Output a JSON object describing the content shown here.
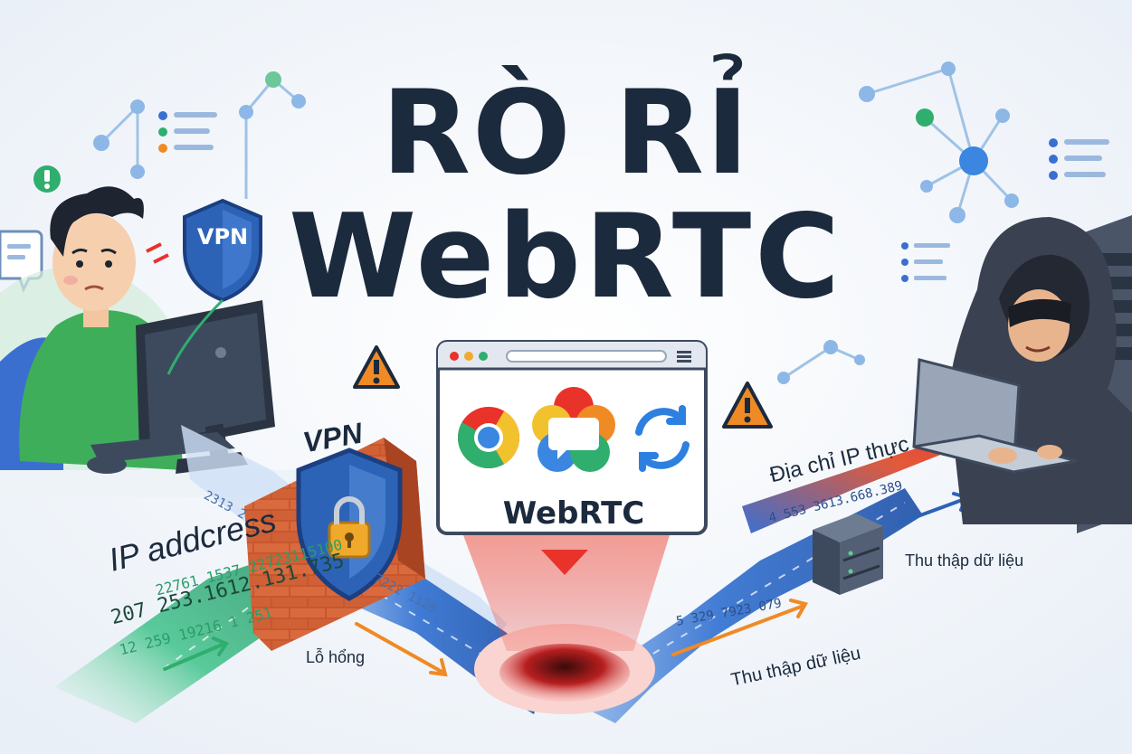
{
  "title": {
    "line1": "RÒ RỈ",
    "line2": "WebRTC"
  },
  "labels": {
    "ip_address": "IP addcress",
    "vpn": "VPN",
    "vpn_badge": "VPN",
    "hole": "Lỗ hổng",
    "real_ip": "Địa chỉ IP thực",
    "collect_data_1": "Thu thập dữ liệu",
    "collect_data_2": "Thu thập dữ liệu",
    "browser_app": "WebRTC"
  },
  "stream_numbers": {
    "green_1": "22761 1537   22723115100",
    "green_2": "207 253.1612.131.735",
    "green_3": "12 259   19216 1   251",
    "blue_1": "2313  2",
    "blue_2": "7222   1128",
    "blue_3": "4 553 3613.668.389",
    "blue_4": "5 329   7923 079"
  },
  "colors": {
    "navy": "#1b2a3d",
    "brick": "#c8562e",
    "shield_blue": "#2d63b7",
    "lock_gold": "#f0a92a",
    "warning_orange": "#f08a24",
    "hole_red": "#e8322a",
    "stream_blue": "#2f6fd0",
    "stream_green": "#2fae6e",
    "hacker_hood": "#3a4150",
    "user_shirt": "#3fae5a"
  },
  "icons": {
    "browser_logos": [
      "chrome-logo-icon",
      "webrtc-logo-icon",
      "sync-icon"
    ],
    "warnings": [
      "warning-icon",
      "warning-icon",
      "warning-icon"
    ]
  }
}
